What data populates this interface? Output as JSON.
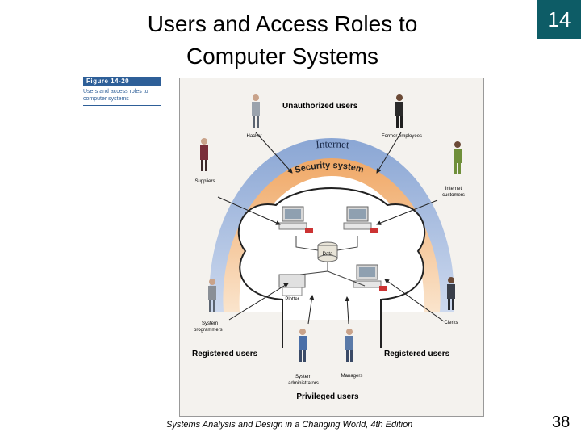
{
  "slide": {
    "title_line1": "Users and Access Roles to",
    "title_line2": "Computer Systems",
    "chapter_number": "14",
    "footer": "Systems Analysis and Design in a Changing World, 4th Edition",
    "page_number": "38",
    "accent_color": "#0d5c66"
  },
  "figure": {
    "label": "Figure 14-20",
    "caption": "Users and access roles to computer systems"
  },
  "diagram": {
    "unauthorized_users": "Unauthorized users",
    "internet": "Internet",
    "security_system": "Security system",
    "data": "Data",
    "plotter": "Plotter",
    "registered_users_left": "Registered users",
    "registered_users_right": "Registered users",
    "privileged_users": "Privileged users",
    "people": {
      "hacker": "Hacker",
      "former_employees": "Former employees",
      "suppliers": "Suppliers",
      "internet_customers_1": "Internet",
      "internet_customers_2": "customers",
      "system_programmers_1": "System",
      "system_programmers_2": "programmers",
      "clerks": "Clerks",
      "system_administrators_1": "System",
      "system_administrators_2": "administrators",
      "managers": "Managers"
    },
    "colors": {
      "internet_ring": "#7f9ac9",
      "security_ring": "#f2b77f",
      "arrow": "#222222"
    }
  }
}
